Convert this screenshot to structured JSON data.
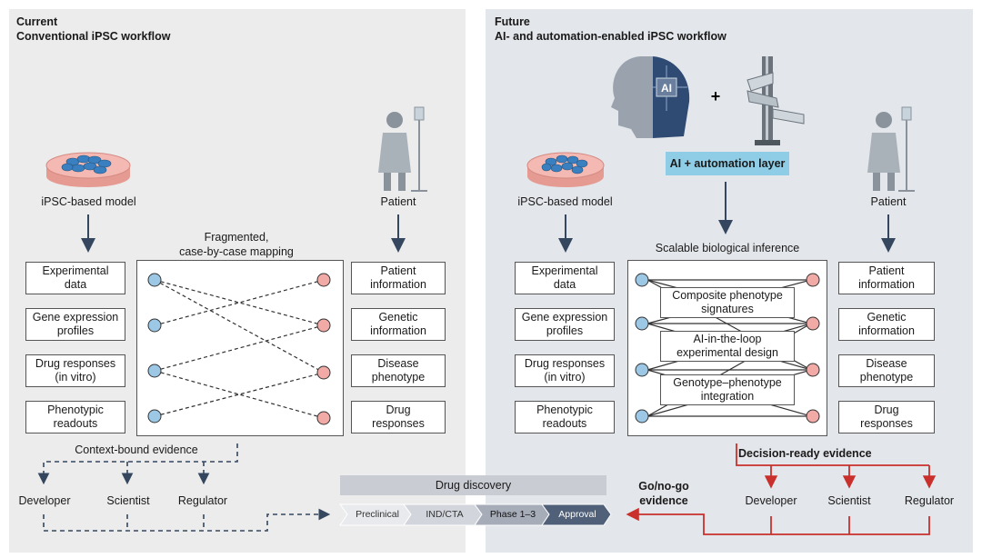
{
  "left": {
    "title_line1": "Current",
    "title_line2": "Conventional iPSC workflow",
    "model_label": "iPSC-based model",
    "patient_label": "Patient",
    "mapping_label_line1": "Fragmented,",
    "mapping_label_line2": "case-by-case mapping",
    "model_boxes": [
      {
        "line1": "Experimental",
        "line2": "data"
      },
      {
        "line1": "Gene expression",
        "line2": "profiles"
      },
      {
        "line1": "Drug responses",
        "line2": "(in vitro)"
      },
      {
        "line1": "Phenotypic",
        "line2": "readouts"
      }
    ],
    "patient_boxes": [
      {
        "line1": "Patient",
        "line2": "information"
      },
      {
        "line1": "Genetic",
        "line2": "information"
      },
      {
        "line1": "Disease",
        "line2": "phenotype"
      },
      {
        "line1": "Drug",
        "line2": "responses"
      }
    ],
    "evidence_label": "Context-bound evidence",
    "stakeholders": [
      "Developer",
      "Scientist",
      "Regulator"
    ]
  },
  "right": {
    "title_line1": "Future",
    "title_line2": "AI- and automation-enabled iPSC workflow",
    "ai_icon_text": "AI",
    "plus": "+",
    "ai_layer_label": "AI + automation layer",
    "model_label": "iPSC-based model",
    "patient_label": "Patient",
    "inference_label": "Scalable biological inference",
    "model_boxes": [
      {
        "line1": "Experimental",
        "line2": "data"
      },
      {
        "line1": "Gene expression",
        "line2": "profiles"
      },
      {
        "line1": "Drug responses",
        "line2": "(in vitro)"
      },
      {
        "line1": "Phenotypic",
        "line2": "readouts"
      }
    ],
    "patient_boxes": [
      {
        "line1": "Patient",
        "line2": "information"
      },
      {
        "line1": "Genetic",
        "line2": "information"
      },
      {
        "line1": "Disease",
        "line2": "phenotype"
      },
      {
        "line1": "Drug",
        "line2": "responses"
      }
    ],
    "inner_boxes": [
      {
        "line1": "Composite phenotype",
        "line2": "signatures"
      },
      {
        "line1": "AI-in-the-loop",
        "line2": "experimental design"
      },
      {
        "line1": "Genotype–phenotype",
        "line2": "integration"
      }
    ],
    "evidence_label": "Decision-ready evidence",
    "stakeholders": [
      "Developer",
      "Scientist",
      "Regulator"
    ]
  },
  "drug_discovery": {
    "title": "Drug discovery",
    "stages": [
      "Preclinical",
      "IND/CTA",
      "Phase 1–3",
      "Approval"
    ]
  },
  "gono_line1": "Go/no-go",
  "gono_line2": "evidence",
  "colors": {
    "left_panel": "#ececec",
    "right_panel": "#e3e6ea",
    "arrow_navy": "#34475f",
    "red": "#c9302c",
    "blue_node": "#9cc8e6",
    "red_node": "#f1aaa5",
    "ai_layer": "#8fcde6",
    "dish": "#f4b9b2",
    "cells": "#3a7fbf",
    "patient_gray": "#8a939c"
  },
  "icons": [
    "petri-dish-icon",
    "patient-with-iv-icon",
    "ai-head-icon",
    "lab-robot-icon"
  ]
}
